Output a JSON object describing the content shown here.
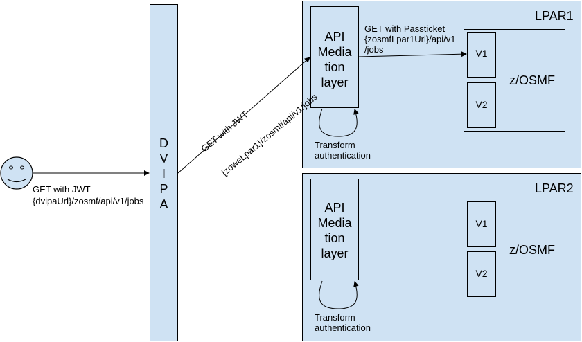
{
  "user": {
    "icon": "smiley-face-icon"
  },
  "request_client": {
    "line1": "GET with JWT",
    "line2": "{dvipaUrl}/zosmf/api/v1/jobs"
  },
  "dvipa": {
    "label": "D\nV\nI\nP\nA"
  },
  "request_dvipa": {
    "line1": "GET with JWT",
    "line2": "{zoweLpar1}/zosmf/api/v1/jobs"
  },
  "lpar1": {
    "title": "LPAR1",
    "apiml": "API\nMedia\ntion\nlayer",
    "request": "GET with Passticket\n{zosmfLpar1Url}/api/v1\n/jobs",
    "zosmf": "z/OSMF",
    "v1": "V1",
    "v2": "V2",
    "transform": "Transform\nauthentication"
  },
  "lpar2": {
    "title": "LPAR2",
    "apiml": "API\nMedia\ntion\nlayer",
    "zosmf": "z/OSMF",
    "v1": "V1",
    "v2": "V2",
    "transform": "Transform\nauthentication"
  },
  "colors": {
    "box_fill": "#cfe2f3",
    "stroke": "#000000",
    "face_fill": "#cfe2f3"
  }
}
